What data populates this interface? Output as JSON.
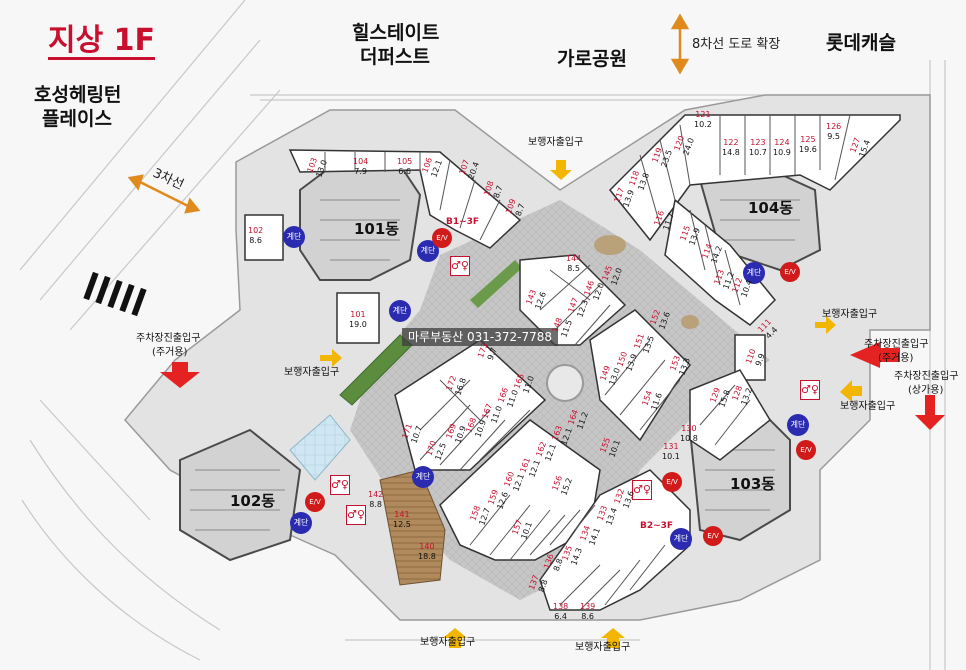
{
  "colors": {
    "unit_number": "#c8102e",
    "stairs": "#2a2bb0",
    "elevator": "#d11a1a",
    "entry_arrow": "#e52222",
    "walk_arrow": "#f2b600",
    "plaza": "#c9c9c9"
  },
  "header": {
    "floor_title": "지상 1F"
  },
  "surroundings": {
    "hills_line1": "힐스테이트",
    "hills_line2": "더퍼스트",
    "park": "가로공원",
    "road_8": "8차선 도로 확장",
    "lotte": "롯데캐슬",
    "hoseong_line1": "호성헤링턴",
    "hoseong_line2": "플레이스",
    "road_3": "3차선"
  },
  "entrances": {
    "parking_left_line1": "주차장진출입구",
    "parking_left_line2": "(주거용)",
    "parking_right_line1": "주차장진출입구",
    "parking_right_line2": "(주거용)",
    "parking_commercial_line1": "주차장진출입구",
    "parking_commercial_line2": "(상가용)",
    "pedestrian": "보행자출입구"
  },
  "dongs": {
    "d101": "101동",
    "d102": "102동",
    "d103": "103동",
    "d104": "104동"
  },
  "icons": {
    "stairs": "계단",
    "elevator": "E/V",
    "elevator_b1": "B1~3F",
    "elevator_b2": "B2~3F",
    "watermark": "마루부동산 031-372-7788"
  },
  "units": [
    {
      "no": "101",
      "area": "19.0"
    },
    {
      "no": "102",
      "area": "8.6"
    },
    {
      "no": "103",
      "area": "13.0"
    },
    {
      "no": "104",
      "area": "7.9"
    },
    {
      "no": "105",
      "area": "6.6"
    },
    {
      "no": "106",
      "area": "12.1"
    },
    {
      "no": "107",
      "area": "20.4"
    },
    {
      "no": "108",
      "area": "8.7"
    },
    {
      "no": "109",
      "area": "8.7"
    },
    {
      "no": "110",
      "area": "9.9"
    },
    {
      "no": "111",
      "area": "4.4"
    },
    {
      "no": "112",
      "area": "10.4"
    },
    {
      "no": "113",
      "area": "11.2"
    },
    {
      "no": "114",
      "area": "14.2"
    },
    {
      "no": "115",
      "area": "13.9"
    },
    {
      "no": "116",
      "area": "11.7"
    },
    {
      "no": "117",
      "area": "13.9"
    },
    {
      "no": "118",
      "area": "13.8"
    },
    {
      "no": "119",
      "area": "23.5"
    },
    {
      "no": "120",
      "area": "24.0"
    },
    {
      "no": "121",
      "area": "10.2"
    },
    {
      "no": "122",
      "area": "14.8"
    },
    {
      "no": "123",
      "area": "10.7"
    },
    {
      "no": "124",
      "area": "10.9"
    },
    {
      "no": "125",
      "area": "19.6"
    },
    {
      "no": "126",
      "area": "9.5"
    },
    {
      "no": "127",
      "area": "15.4"
    },
    {
      "no": "128",
      "area": "13.2"
    },
    {
      "no": "129",
      "area": "15.8"
    },
    {
      "no": "130",
      "area": "10.8"
    },
    {
      "no": "131",
      "area": "10.1"
    },
    {
      "no": "132",
      "area": "13.6"
    },
    {
      "no": "133",
      "area": "13.4"
    },
    {
      "no": "134",
      "area": "14.1"
    },
    {
      "no": "135",
      "area": "14.3"
    },
    {
      "no": "136",
      "area": "8.8"
    },
    {
      "no": "137",
      "area": "8.8"
    },
    {
      "no": "138",
      "area": "6.4"
    },
    {
      "no": "139",
      "area": "8.6"
    },
    {
      "no": "140",
      "area": "18.8"
    },
    {
      "no": "141",
      "area": "12.5"
    },
    {
      "no": "142",
      "area": "8.8"
    },
    {
      "no": "143",
      "area": "12.6"
    },
    {
      "no": "144",
      "area": "8.5"
    },
    {
      "no": "145",
      "area": "12.0"
    },
    {
      "no": "146",
      "area": "12.0"
    },
    {
      "no": "147",
      "area": "12.3"
    },
    {
      "no": "148",
      "area": "11.5"
    },
    {
      "no": "149",
      "area": "13.0"
    },
    {
      "no": "150",
      "area": "13.9"
    },
    {
      "no": "151",
      "area": "13.5"
    },
    {
      "no": "152",
      "area": "13.6"
    },
    {
      "no": "153",
      "area": "13.3"
    },
    {
      "no": "154",
      "area": "11.6"
    },
    {
      "no": "155",
      "area": "10.1"
    },
    {
      "no": "156",
      "area": "15.2"
    },
    {
      "no": "157",
      "area": "10.1"
    },
    {
      "no": "158",
      "area": "12.7"
    },
    {
      "no": "159",
      "area": "12.6"
    },
    {
      "no": "160",
      "area": "12.1"
    },
    {
      "no": "161",
      "area": "12.1"
    },
    {
      "no": "162",
      "area": "12.1"
    },
    {
      "no": "163",
      "area": "12.1"
    },
    {
      "no": "164",
      "area": "11.2"
    },
    {
      "no": "165",
      "area": "11.0"
    },
    {
      "no": "166",
      "area": "11.0"
    },
    {
      "no": "167",
      "area": "11.0"
    },
    {
      "no": "168",
      "area": "10.9"
    },
    {
      "no": "169",
      "area": "10.9"
    },
    {
      "no": "170",
      "area": "12.5"
    },
    {
      "no": "171",
      "area": "10.7"
    },
    {
      "no": "172",
      "area": "16.8"
    },
    {
      "no": "173",
      "area": "9.7"
    }
  ]
}
